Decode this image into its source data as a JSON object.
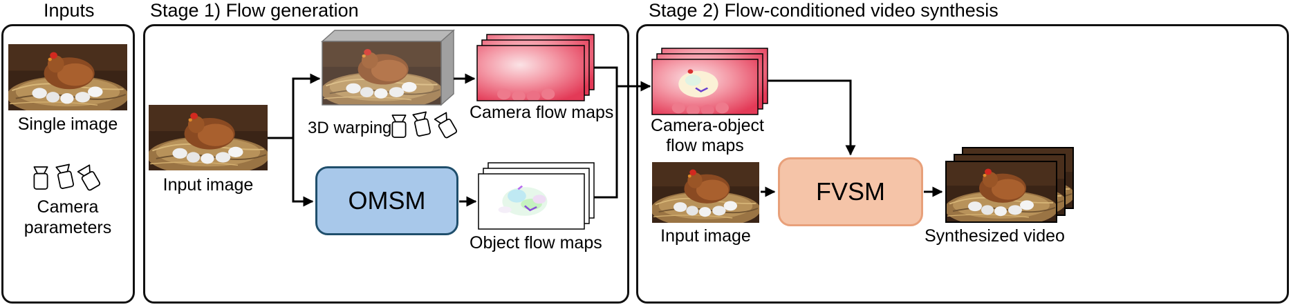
{
  "headers": {
    "inputs": "Inputs",
    "stage1": "Stage 1) Flow generation",
    "stage2": "Stage 2) Flow-conditioned video synthesis"
  },
  "inputs_panel": {
    "single_image": "Single image",
    "camera_parameters_line1": "Camera",
    "camera_parameters_line2": "parameters"
  },
  "stage1": {
    "input_image": "Input image",
    "warping": "3D warping",
    "camera_flow": "Camera flow maps",
    "omsm": "OMSM",
    "object_flow": "Object flow maps"
  },
  "stage2": {
    "camera_object_line1": "Camera-object",
    "camera_object_line2": "flow maps",
    "input_image": "Input image",
    "fvsm": "FVSM",
    "synthesized": "Synthesized video"
  },
  "colors": {
    "omsm_fill": "#a8c8ea",
    "omsm_border": "#1f4e6b",
    "fvsm_fill": "#f5c4a8",
    "fvsm_border": "#e8a07a",
    "camera_flow_pink": "#e8405e",
    "panel_border": "#111111"
  }
}
